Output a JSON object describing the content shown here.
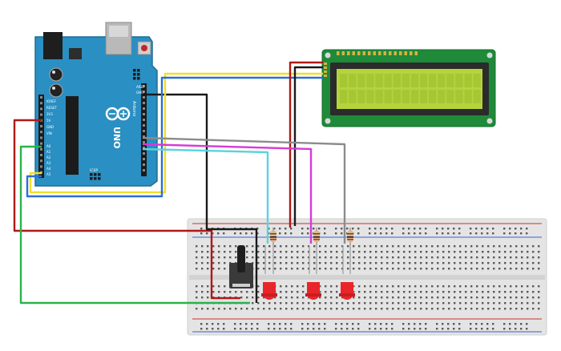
{
  "arduino": {
    "brand": "Arduino",
    "model": "UNO",
    "labels": {
      "icsp": "ICSP",
      "aref": "AREF",
      "gnd": "GND",
      "ioref": "IOREF",
      "reset": "RESET",
      "v33": "3V3",
      "v5": "5V",
      "vin": "VIN",
      "a0": "A0",
      "a1": "A1",
      "a2": "A2",
      "a3": "A3",
      "a4": "A4",
      "a5": "A5"
    }
  },
  "colors": {
    "board": "#2a8fc2",
    "board_dark": "#1f6f98",
    "breadboard": "#e6e6e6",
    "lcd_pcb": "#1f8a3a",
    "lcd_screen": "#b5d43c",
    "wire_red": "#b01818",
    "wire_black": "#1a1a1a",
    "wire_yellow": "#f2df2a",
    "wire_blue": "#2a6fd6",
    "wire_green": "#2ab34a",
    "wire_cyan": "#5cd2e0",
    "wire_magenta": "#d63ad6",
    "wire_gray": "#8c8c8c",
    "led_red": "#e8262a",
    "rail_red": "#cc3030",
    "rail_blue": "#3a5fcf"
  },
  "components": {
    "leds": 3,
    "resistors": 3,
    "potentiometer_icon": "potentiometer-icon"
  }
}
